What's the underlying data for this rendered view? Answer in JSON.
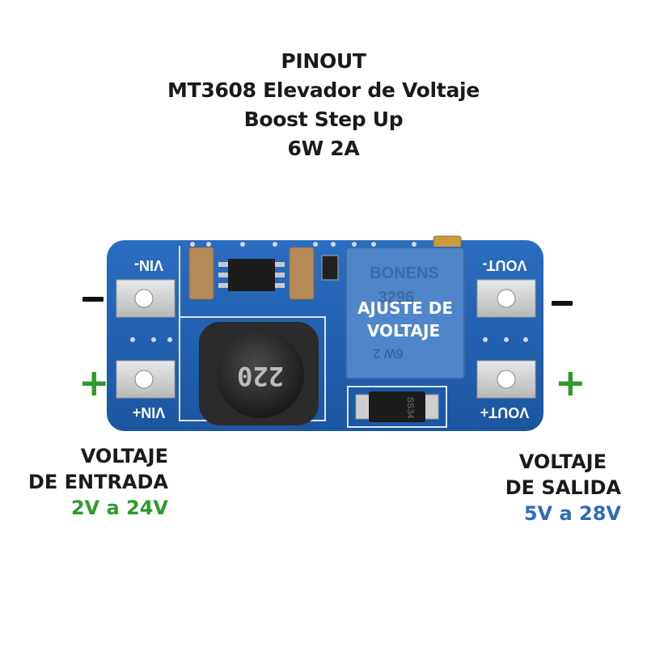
{
  "title": {
    "line1": "PINOUT",
    "line2": "MT3608 Elevador de Voltaje",
    "line3": "Boost Step Up",
    "line4": "6W 2A"
  },
  "board": {
    "vin_minus": "VIN-",
    "vin_plus": "VIN+",
    "vout_minus": "VOUT-",
    "vout_plus": "VOUT+",
    "inductor_code": "220",
    "pot_brand": "BONENS",
    "pot_model": "3296",
    "pot_value": "6W 2",
    "diode_code": "SS34",
    "adjust_line1": "AJUSTE DE",
    "adjust_line2": "VOLTAJE"
  },
  "signs": {
    "minus": "−",
    "plus": "+"
  },
  "input": {
    "line1": "VOLTAJE",
    "line2": "DE ENTRADA",
    "range": "2V a 24V"
  },
  "output": {
    "line1": "VOLTAJE",
    "line2": "DE SALIDA",
    "range": "5V a 28V"
  },
  "colors": {
    "pcb": "#1f5fb0",
    "pcb_dark": "#174a8c",
    "input_green": "#2e9a2e",
    "output_blue": "#2f6cb5",
    "pot_blue": "#4f86c9"
  }
}
